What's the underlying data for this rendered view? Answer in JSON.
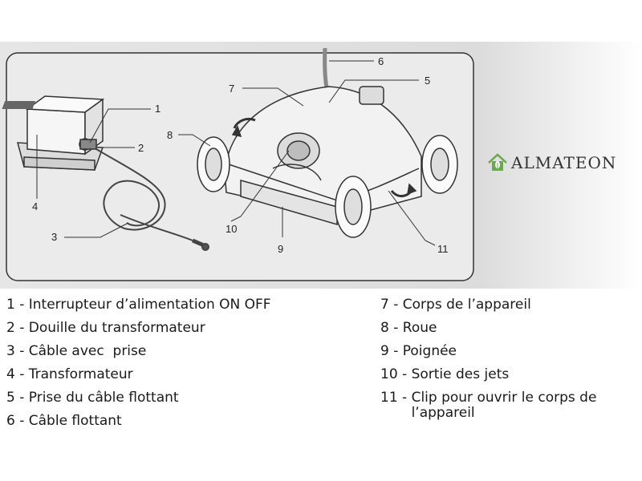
{
  "callouts": [
    "1",
    "2",
    "3",
    "4",
    "5",
    "6",
    "7",
    "8",
    "9",
    "10",
    "11"
  ],
  "legend_left": [
    {
      "num": "1 - ",
      "text": "Interrupteur d’alimentation ON OFF"
    },
    {
      "num": "2 - ",
      "text": "Douille du transformateur"
    },
    {
      "num": "3 - ",
      "text": "Câble avec  prise"
    },
    {
      "num": "4 - ",
      "text": "Transformateur"
    },
    {
      "num": "5 - ",
      "text": "Prise du câble flottant"
    },
    {
      "num": "6 - ",
      "text": "Câble flottant"
    }
  ],
  "legend_right": [
    {
      "num": "7 - ",
      "text": "Corps de l’appareil"
    },
    {
      "num": "8 - ",
      "text": "Roue"
    },
    {
      "num": "9 - ",
      "text": "Poignée"
    },
    {
      "num": "10 - ",
      "text": "Sortie des jets"
    },
    {
      "num": "11 - ",
      "text": "Clip pour ouvrir le corps de l’appareil"
    }
  ],
  "brand": {
    "name": "ALMATEON",
    "icon": "house-leaf-icon",
    "color": "#6aa84f"
  }
}
